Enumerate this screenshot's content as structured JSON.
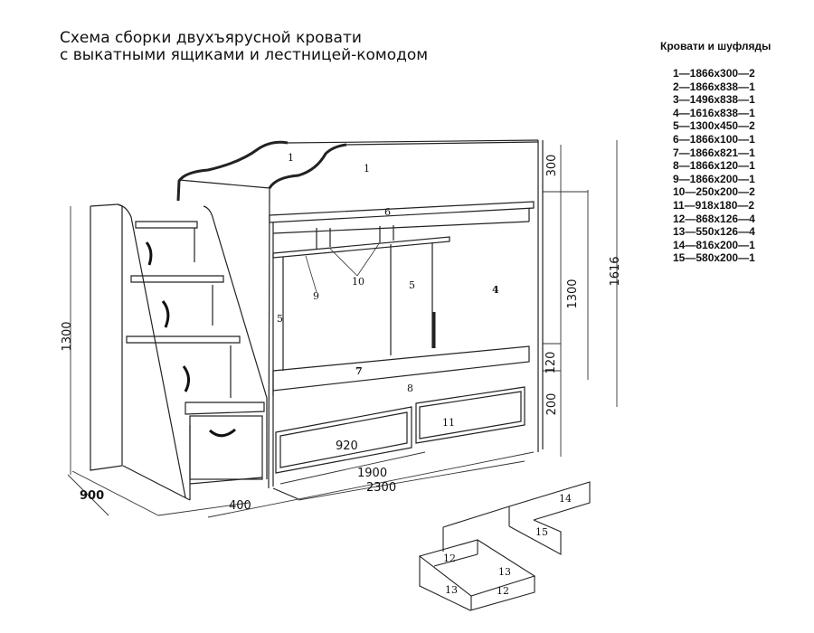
{
  "title": {
    "line1": "Схема сборки двухъярусной кровати",
    "line2": "с выкатными ящиками и лестницей-комодом"
  },
  "parts_list": {
    "heading": "Кровати и шуфляды",
    "items": [
      "1—1866x300—2",
      "2—1866x838—1",
      "3—1496x838—1",
      "4—1616x838—1",
      "5—1300x450—2",
      "6—1866x100—1",
      "7—1866x821—1",
      "8—1866x120—1",
      "9—1866x200—1",
      "10—250x200—2",
      "11—918x180—2",
      "12—868x126—4",
      "13—550x126—4",
      "14—816x200—1",
      "15—580x200—1"
    ]
  },
  "dimensions": {
    "stair_height": "1300",
    "stair_depth": "900",
    "stair_width": "400",
    "bed_length_inner": "1900",
    "bed_length_total": "2300",
    "drawer_width": "920",
    "headboard": "300",
    "upper_height": "1300",
    "total_height": "1616",
    "lower_rail": "120",
    "drawer_height": "200"
  },
  "part_labels": {
    "p1a": "1",
    "p1b": "1",
    "p6": "6",
    "p10": "10",
    "p9": "9",
    "p5a": "5",
    "p5b": "5",
    "p4": "4",
    "p7": "7",
    "p8": "8",
    "p11": "11",
    "p14": "14",
    "p15": "15",
    "p12a": "12",
    "p12b": "12",
    "p13a": "13",
    "p13b": "13"
  }
}
